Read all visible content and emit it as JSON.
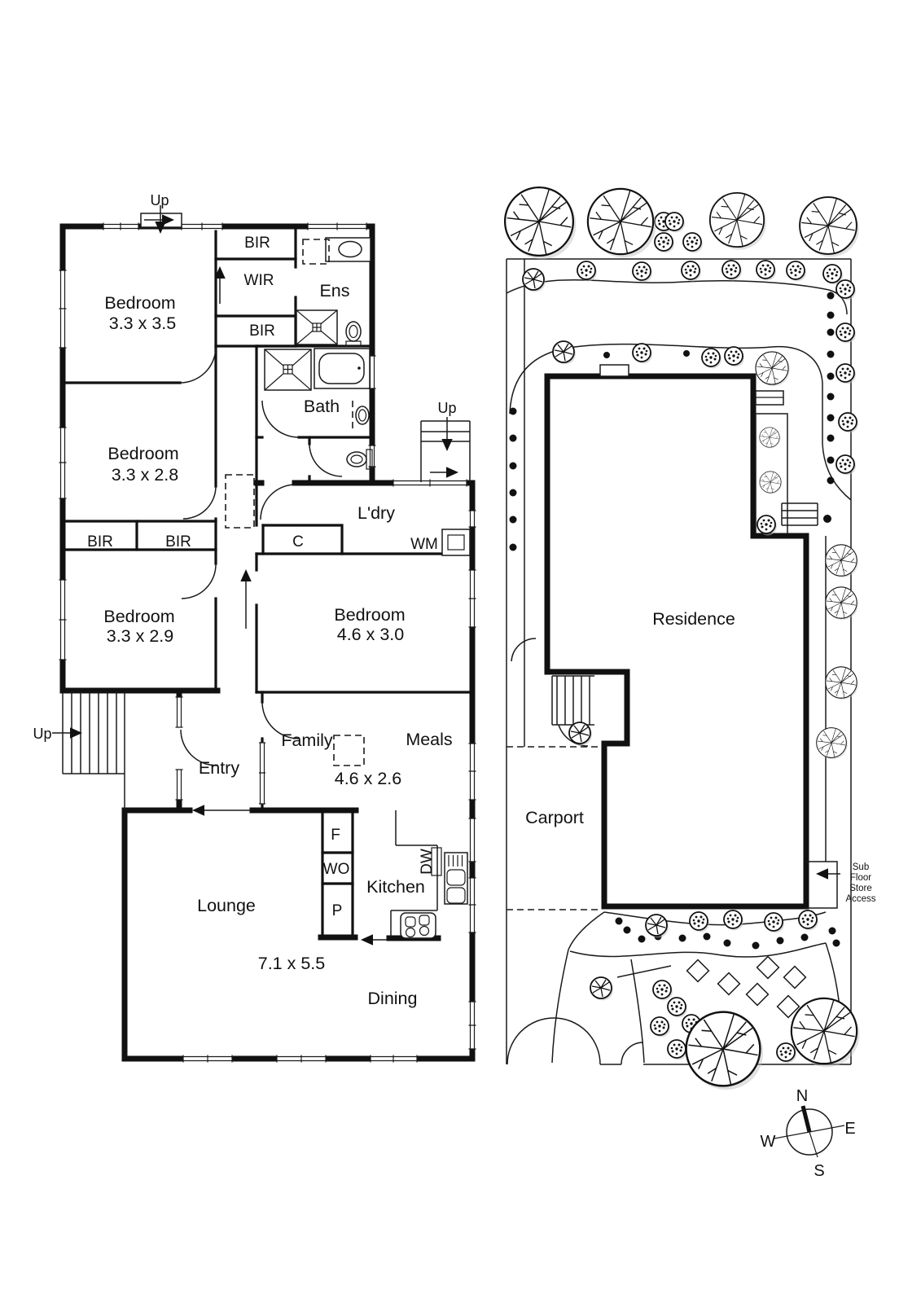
{
  "floorplan": {
    "bedroom1": {
      "name": "Bedroom",
      "dims": "3.3 x 3.5"
    },
    "bedroom2": {
      "name": "Bedroom",
      "dims": "3.3 x 2.8"
    },
    "bedroom3": {
      "name": "Bedroom",
      "dims": "3.3 x 2.9"
    },
    "bedroom4": {
      "name": "Bedroom",
      "dims": "4.6 x 3.0"
    },
    "family": {
      "name": "Family",
      "dims": "4.6 x 2.6"
    },
    "meals": "Meals",
    "lounge": {
      "name": "Lounge",
      "dims": "7.1 x 5.5"
    },
    "dining": "Dining",
    "kitchen": "Kitchen",
    "entry": "Entry",
    "laundry": "L'dry",
    "bath": "Bath",
    "ensuite": "Ens",
    "wir": "WIR",
    "bir_a": "BIR",
    "bir_b": "BIR",
    "bir_c": "BIR",
    "bir_d": "BIR",
    "closet": "C",
    "wm": "WM",
    "fridge": "F",
    "wall_oven": "WO",
    "pantry": "P",
    "dishwasher": "DW",
    "up_top": "Up",
    "up_side": "Up",
    "up_porch": "Up"
  },
  "siteplan": {
    "residence": "Residence",
    "carport": "Carport",
    "subfloor_line1": "Sub",
    "subfloor_line2": "Floor",
    "subfloor_line3": "Store",
    "subfloor_line4": "Access"
  },
  "compass": {
    "north": "N",
    "east": "E",
    "south": "S",
    "west": "W"
  }
}
